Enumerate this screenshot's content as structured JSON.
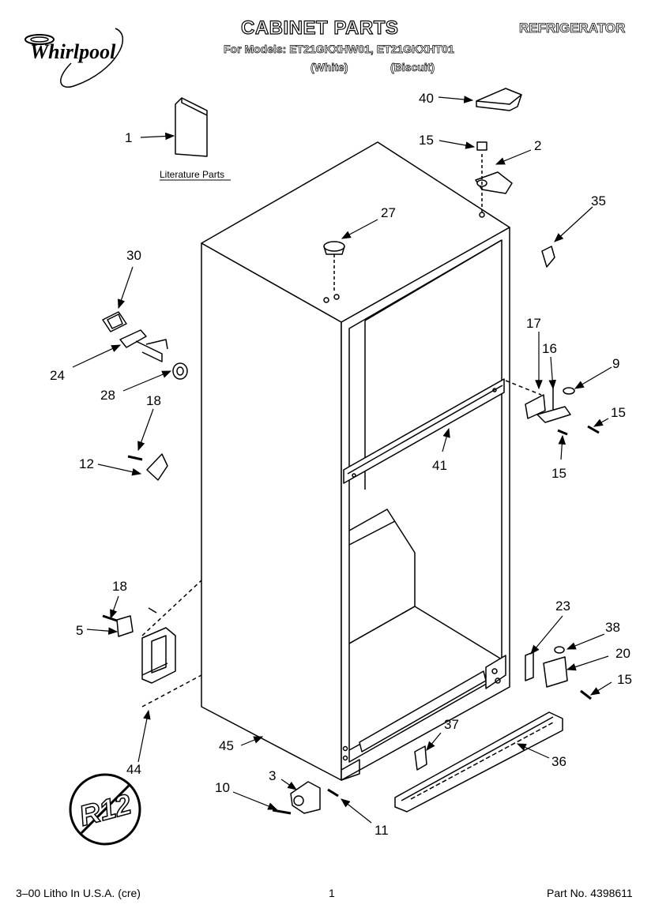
{
  "header": {
    "brand": "Whirlpool",
    "title": "CABINET PARTS",
    "category": "REFRIGERATOR",
    "models_line": "For Models: ET21GKXHW01, ET21GKXHT01",
    "color_white": "(White)",
    "color_biscuit": "(Biscuit)"
  },
  "literature_label": "Literature Parts",
  "callouts": {
    "c1": "1",
    "c2": "2",
    "c3": "3",
    "c5": "5",
    "c9": "9",
    "c10": "10",
    "c11": "11",
    "c12": "12",
    "c15a": "15",
    "c15b": "15",
    "c15c": "15",
    "c15d": "15",
    "c16": "16",
    "c17": "17",
    "c18a": "18",
    "c18b": "18",
    "c20": "20",
    "c23": "23",
    "c24": "24",
    "c27": "27",
    "c28": "28",
    "c30": "30",
    "c35": "35",
    "c36": "36",
    "c37": "37",
    "c38": "38",
    "c40": "40",
    "c41": "41",
    "c44": "44",
    "c45": "45"
  },
  "r12_badge": "R12",
  "footer": {
    "left": "3–00 Litho In U.S.A. (cre)",
    "page": "1",
    "part_no": "Part No. 4398611"
  }
}
